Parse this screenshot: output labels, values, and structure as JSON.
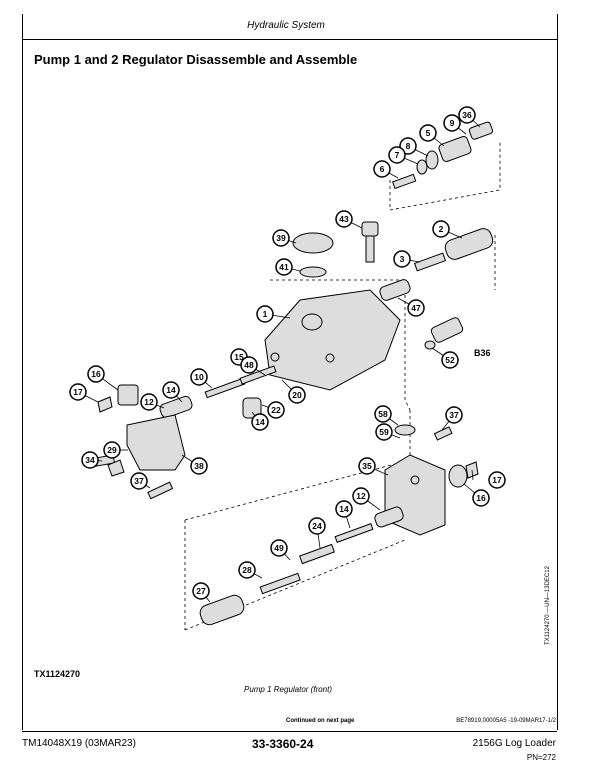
{
  "header": {
    "section": "Hydraulic System"
  },
  "title": "Pump 1 and 2 Regulator Disassemble and Assemble",
  "figure": {
    "id": "TX1124270",
    "caption": "Pump 1 Regulator (front)",
    "side_code": "TX1124270 —UN—13DEC12",
    "label_b36": "B36",
    "callouts": [
      "36",
      "9",
      "5",
      "8",
      "7",
      "6",
      "43",
      "2",
      "39",
      "3",
      "41",
      "47",
      "1",
      "B36",
      "52",
      "15",
      "48",
      "16",
      "10",
      "17",
      "14",
      "12",
      "20",
      "22",
      "14",
      "37",
      "58",
      "59",
      "29",
      "38",
      "35",
      "34",
      "17",
      "16",
      "37",
      "12",
      "14",
      "24",
      "49",
      "28",
      "27"
    ]
  },
  "footer": {
    "continued": "Continued on next page",
    "ref_code": "BE78919,00005A5 -19-09MAR17-1/2",
    "tm": "TM14048X19 (03MAR23)",
    "page": "33-3360-24",
    "model": "2156G Log Loader",
    "pn": "PN=272"
  }
}
